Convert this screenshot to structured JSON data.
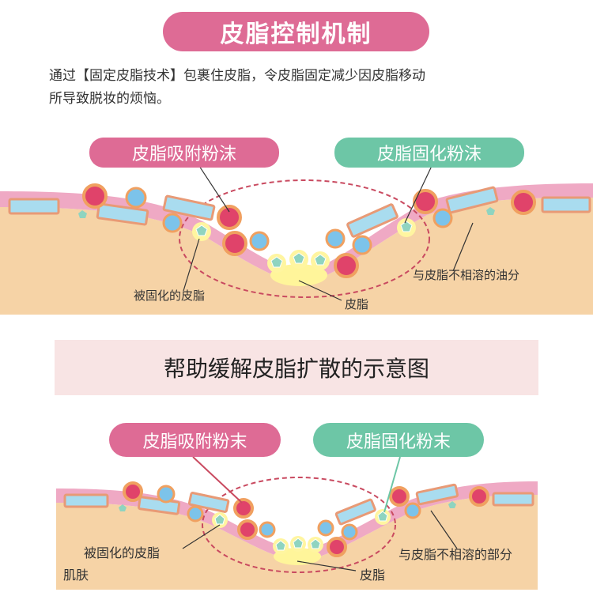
{
  "header": {
    "title": "皮脂控制机制",
    "intro_line1": "通过【固定皮脂技术】包裹住皮脂，令皮脂固定减少因皮脂移动",
    "intro_line2": "所导致脱妆的烦恼。"
  },
  "diagram_top": {
    "label_adsorb": "皮脂吸附粉沫",
    "label_fix": "皮脂固化粉沫",
    "ann_fixed": "被固化的皮脂",
    "ann_sebum": "皮脂",
    "ann_oil": "与皮脂不相溶的油分"
  },
  "banner": {
    "text": "帮助缓解皮脂扩散的示意图"
  },
  "diagram_bottom": {
    "label_adsorb": "皮脂吸附粉末",
    "label_fix": "皮脂固化粉末",
    "ann_fixed": "被固化的皮脂",
    "ann_skin": "肌肤",
    "ann_sebum": "皮脂",
    "ann_part": "与皮脂不相溶的部分"
  },
  "colors": {
    "pink": "#de6b95",
    "green": "#6dc6a6",
    "skin": "#f6d3a6",
    "skin_band": "#efa9c4"
  }
}
